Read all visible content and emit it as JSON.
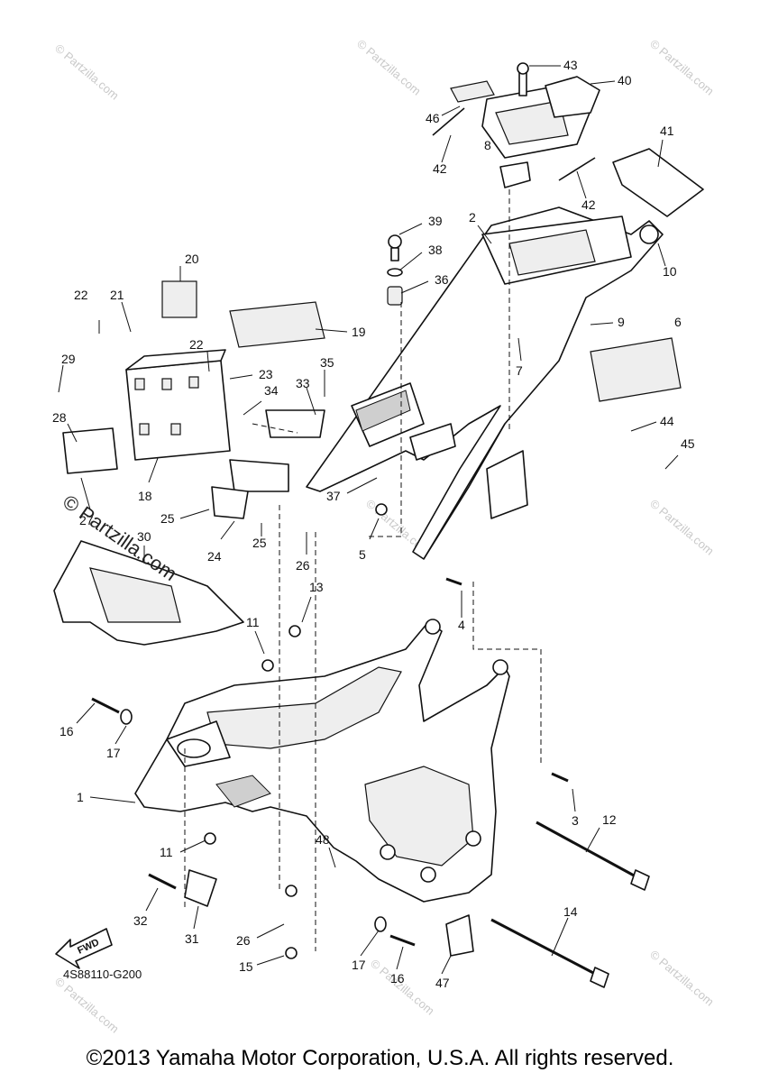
{
  "diagram_code": "4S88110-G200",
  "copyright": "©2013 Yamaha Motor Corporation, U.S.A. All rights reserved.",
  "fwd_label": "FWD",
  "watermark_small": "© Partzilla.com",
  "watermark_big": "© Partzilla.com",
  "callouts": [
    {
      "id": "c43",
      "n": "43"
    },
    {
      "id": "c40",
      "n": "40"
    },
    {
      "id": "c46",
      "n": "46"
    },
    {
      "id": "c42a",
      "n": "42"
    },
    {
      "id": "c8",
      "n": "8"
    },
    {
      "id": "c41",
      "n": "41"
    },
    {
      "id": "c42b",
      "n": "42"
    },
    {
      "id": "c39",
      "n": "39"
    },
    {
      "id": "c2",
      "n": "2"
    },
    {
      "id": "c38",
      "n": "38"
    },
    {
      "id": "c10",
      "n": "10"
    },
    {
      "id": "c36",
      "n": "36"
    },
    {
      "id": "c20",
      "n": "20"
    },
    {
      "id": "c22a",
      "n": "22"
    },
    {
      "id": "c21",
      "n": "21"
    },
    {
      "id": "c19",
      "n": "19"
    },
    {
      "id": "c9",
      "n": "9"
    },
    {
      "id": "c6",
      "n": "6"
    },
    {
      "id": "c7",
      "n": "7"
    },
    {
      "id": "c22b",
      "n": "22"
    },
    {
      "id": "c29",
      "n": "29"
    },
    {
      "id": "c23",
      "n": "23"
    },
    {
      "id": "c35",
      "n": "35"
    },
    {
      "id": "c33",
      "n": "33"
    },
    {
      "id": "c34",
      "n": "34"
    },
    {
      "id": "c28",
      "n": "28"
    },
    {
      "id": "c44",
      "n": "44"
    },
    {
      "id": "c45",
      "n": "45"
    },
    {
      "id": "c18",
      "n": "18"
    },
    {
      "id": "c37",
      "n": "37"
    },
    {
      "id": "c27",
      "n": "27"
    },
    {
      "id": "c25a",
      "n": "25"
    },
    {
      "id": "c5",
      "n": "5"
    },
    {
      "id": "c24",
      "n": "24"
    },
    {
      "id": "c25b",
      "n": "25"
    },
    {
      "id": "c26a",
      "n": "26"
    },
    {
      "id": "c30",
      "n": "30"
    },
    {
      "id": "c4",
      "n": "4"
    },
    {
      "id": "c13",
      "n": "13"
    },
    {
      "id": "c11a",
      "n": "11"
    },
    {
      "id": "c16a",
      "n": "16"
    },
    {
      "id": "c17a",
      "n": "17"
    },
    {
      "id": "c3",
      "n": "3"
    },
    {
      "id": "c1",
      "n": "1"
    },
    {
      "id": "c12",
      "n": "12"
    },
    {
      "id": "c48",
      "n": "48"
    },
    {
      "id": "c11b",
      "n": "11"
    },
    {
      "id": "c32",
      "n": "32"
    },
    {
      "id": "c14",
      "n": "14"
    },
    {
      "id": "c31",
      "n": "31"
    },
    {
      "id": "c26b",
      "n": "26"
    },
    {
      "id": "c15",
      "n": "15"
    },
    {
      "id": "c17b",
      "n": "17"
    },
    {
      "id": "c16b",
      "n": "16"
    },
    {
      "id": "c47",
      "n": "47"
    }
  ]
}
